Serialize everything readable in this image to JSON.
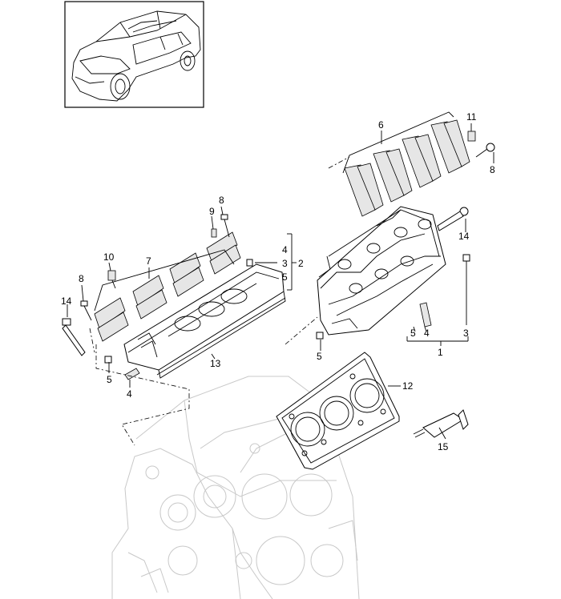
{
  "callouts": {
    "c1": "1",
    "c2": "2",
    "c3a": "3",
    "c3b": "3",
    "c4a": "4",
    "c4b": "4",
    "c4c": "4",
    "c5a": "5",
    "c5b": "5",
    "c5c": "5",
    "c5d": "5",
    "c6": "6",
    "c7": "7",
    "c8a": "8",
    "c8b": "8",
    "c8c": "8",
    "c9": "9",
    "c10": "10",
    "c11": "11",
    "c12": "12",
    "c13": "13",
    "c14a": "14",
    "c14b": "14",
    "c15": "15"
  },
  "icons": {
    "vehicle": "vehicle-thumbnail-icon",
    "engine": "engine-block-icon"
  },
  "colors": {
    "line": "#000000",
    "ghost": "#c8c8c8",
    "fill": "#e6e6e6"
  }
}
